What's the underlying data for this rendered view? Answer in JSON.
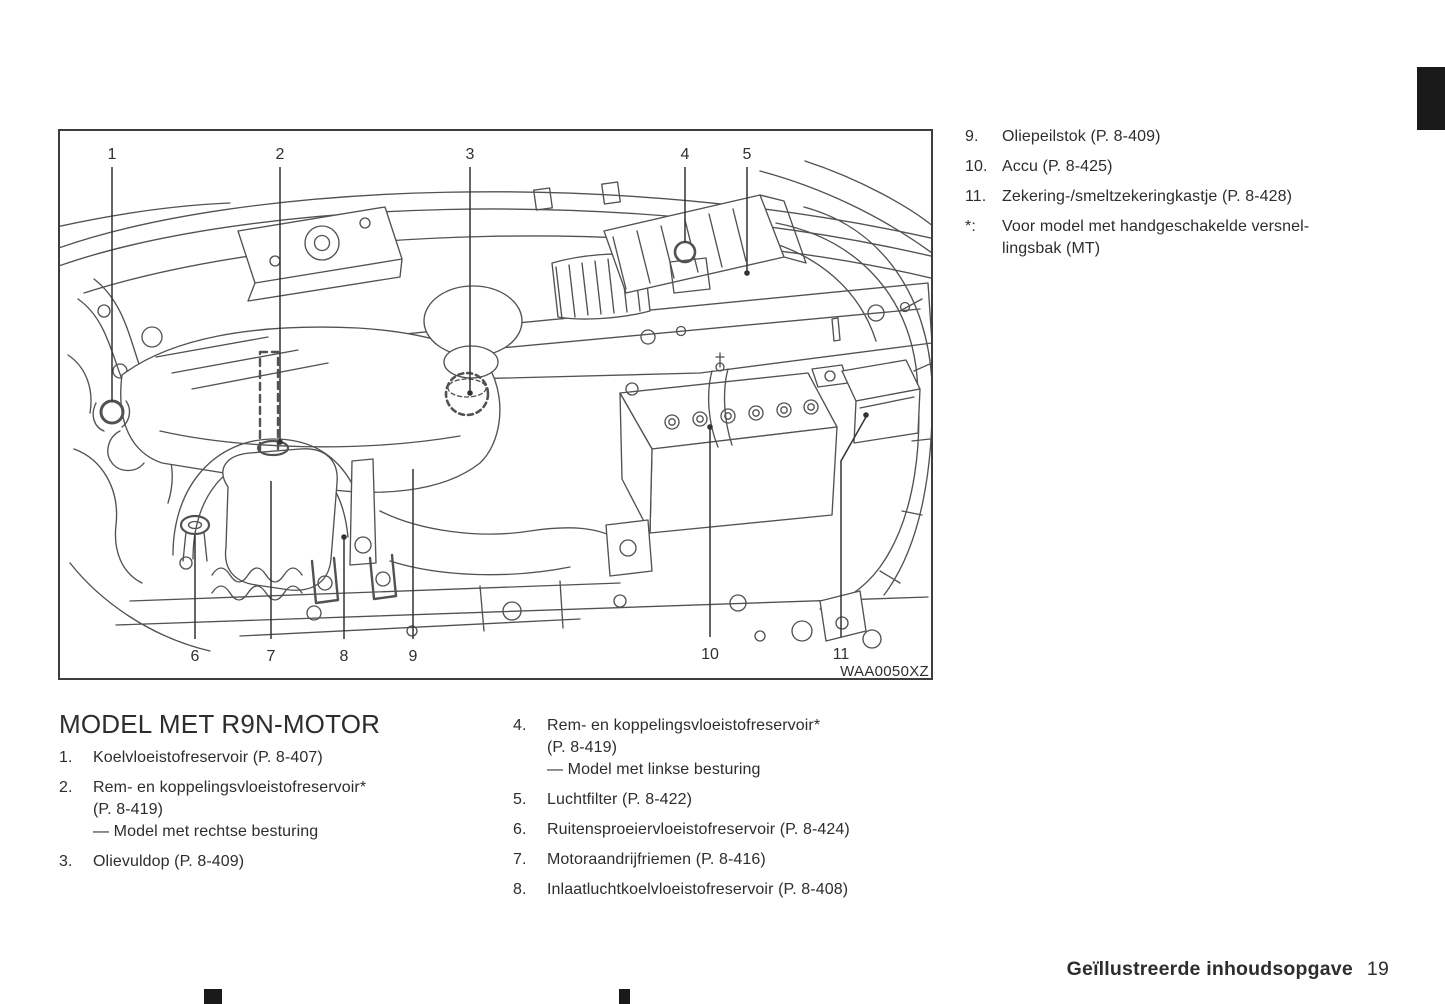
{
  "figure": {
    "code": "WAA0050XZ",
    "callouts": [
      "1",
      "2",
      "3",
      "4",
      "5",
      "6",
      "7",
      "8",
      "9",
      "10",
      "11"
    ]
  },
  "heading": "MODEL MET R9N-MOTOR",
  "legend_left": {
    "items": [
      {
        "num": "1.",
        "lines": [
          "Koelvloeistofreservoir (P. 8-407)"
        ]
      },
      {
        "num": "2.",
        "lines": [
          "Rem- en koppelingsvloeistofreservoir*",
          "(P. 8-419)",
          "— Model met rechtse besturing"
        ]
      },
      {
        "num": "3.",
        "lines": [
          "Olievuldop (P. 8-409)"
        ]
      }
    ]
  },
  "legend_mid": {
    "items": [
      {
        "num": "4.",
        "lines": [
          "Rem- en koppelingsvloeistofreservoir*",
          "(P. 8-419)",
          "— Model met linkse besturing"
        ]
      },
      {
        "num": "5.",
        "lines": [
          "Luchtfilter (P. 8-422)"
        ]
      },
      {
        "num": "6.",
        "lines": [
          "Ruitensproeiervloeistofreservoir (P. 8-424)"
        ]
      },
      {
        "num": "7.",
        "lines": [
          "Motoraandrijfriemen (P. 8-416)"
        ]
      },
      {
        "num": "8.",
        "lines": [
          "Inlaatluchtkoelvloeistofreservoir (P. 8-408)"
        ]
      }
    ]
  },
  "legend_right": {
    "items": [
      {
        "num": "9.",
        "lines": [
          "Oliepeilstok (P. 8-409)"
        ]
      },
      {
        "num": "10.",
        "lines": [
          "Accu (P. 8-425)"
        ]
      },
      {
        "num": "11.",
        "lines": [
          "Zekering-/smeltzekeringkastje (P. 8-428)"
        ]
      },
      {
        "num": "*:",
        "lines": [
          "Voor model met handgeschakelde versnel-",
          "lingsbak (MT)"
        ]
      }
    ]
  },
  "footer": {
    "section_title": "Geïllustreerde inhoudsopgave",
    "page_number": "19"
  },
  "colors": {
    "text": "#2d2d2d",
    "line_art": "#525252",
    "leader": "#333333",
    "tab": "#1a1a1a"
  }
}
